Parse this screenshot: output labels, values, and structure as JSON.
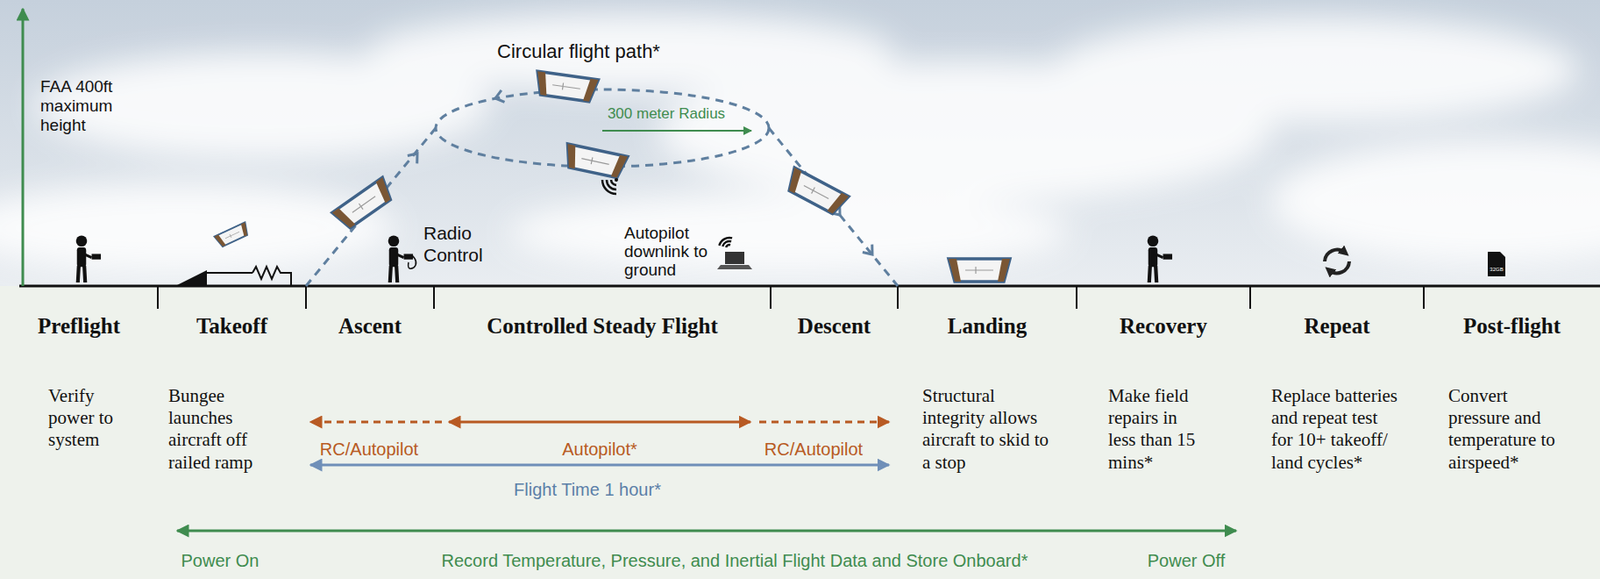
{
  "diagram": {
    "nodes": [
      {
        "text": [
          "Preflight",
          "Verify power to system"
        ]
      },
      {
        "text": [
          "Takeoff",
          "Bungee launches aircraft off railed ramp"
        ]
      },
      {
        "text": [
          "Ascent"
        ]
      },
      {
        "text": [
          "Controlled Steady Flight"
        ]
      },
      {
        "text": [
          "Descent"
        ]
      },
      {
        "text": [
          "Landing",
          "Structural integrity allows aircraft to skid to a stop"
        ]
      },
      {
        "text": [
          "Recovery",
          "Make field repairs in less than 15 mins*"
        ]
      },
      {
        "text": [
          "Repeat",
          "Replace batteries and repeat test for 10+ takeoff/ land cycles*"
        ]
      },
      {
        "text": [
          "Post-flight",
          "Convert pressure and temperature to airspeed*"
        ]
      }
    ],
    "labels": [
      "FAA 400ft maximum height",
      "Circular flight path*",
      "300 meter Radius",
      "Radio Control",
      "Autopilot downlink to ground",
      "32GB",
      "RC/Autopilot",
      "Autopilot*",
      "RC/Autopilot",
      "Flight Time 1 hour*",
      "Power On",
      "Record Temperature, Pressure, and Inertial Flight Data and Store Onboard*",
      "Power Off"
    ]
  }
}
